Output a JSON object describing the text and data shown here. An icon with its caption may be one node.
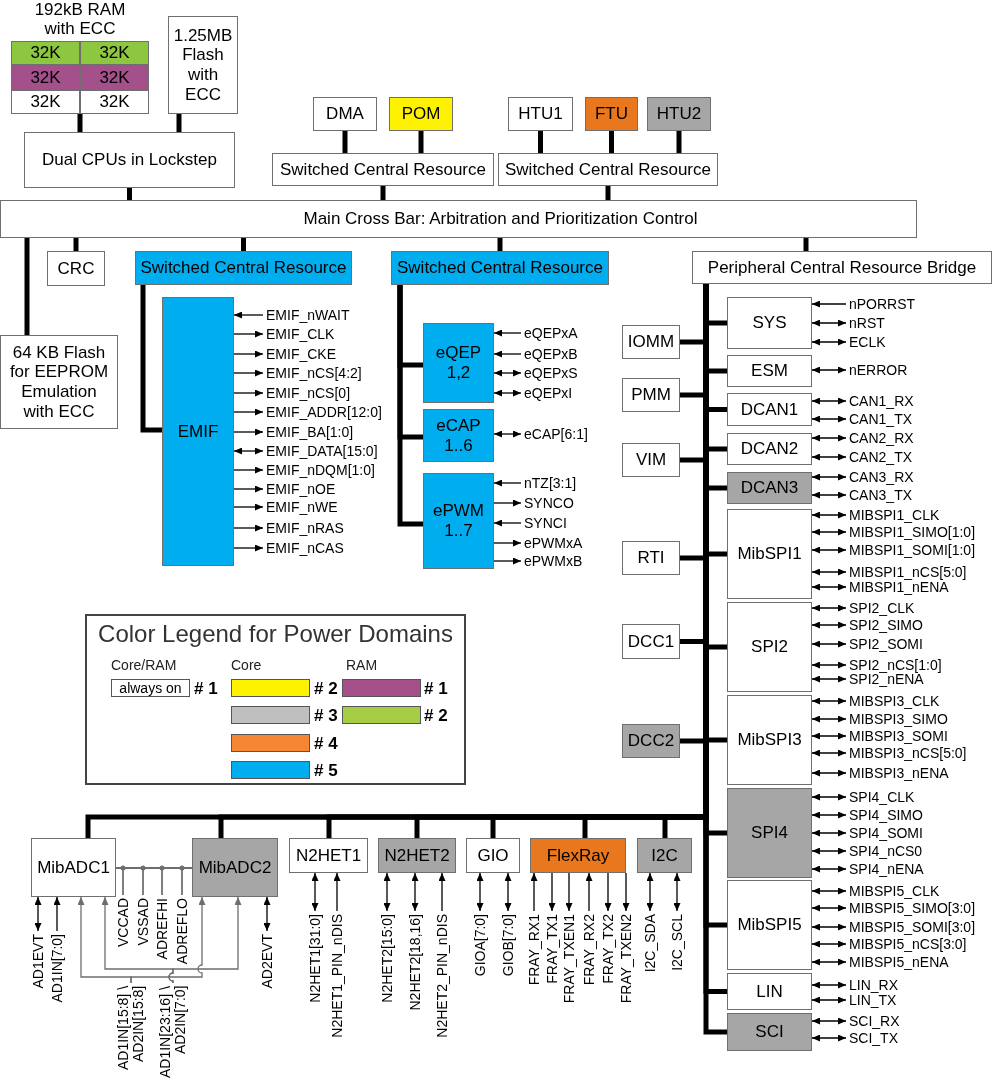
{
  "diagram": {
    "nodes": [
      {
        "text": [
          "192kB RAM with ECC"
        ]
      },
      {
        "text": [
          "32K"
        ],
        "in": 0
      },
      {
        "text": [
          "32K"
        ],
        "in": 0
      },
      {
        "text": [
          "32K"
        ],
        "in": 0
      },
      {
        "text": [
          "32K"
        ],
        "in": 0
      },
      {
        "text": [
          "32K"
        ],
        "in": 0
      },
      {
        "text": [
          "32K"
        ],
        "in": 0
      },
      {
        "text": [
          "1.25MB Flash with ECC"
        ]
      },
      {
        "text": [
          "Dual CPUs in Lockstep"
        ]
      },
      {
        "text": [
          "DMA"
        ]
      },
      {
        "text": [
          "POM"
        ]
      },
      {
        "text": [
          "HTU1"
        ]
      },
      {
        "text": [
          "FTU"
        ]
      },
      {
        "text": [
          "HTU2"
        ]
      },
      {
        "text": [
          "Switched Central Resource"
        ]
      },
      {
        "text": [
          "Switched Central Resource"
        ]
      },
      {
        "text": [
          "Main Cross Bar: Arbitration and Prioritization Control"
        ]
      },
      {
        "text": [
          "CRC"
        ]
      },
      {
        "text": [
          "Switched Central Resource"
        ]
      },
      {
        "text": [
          "Switched Central Resource"
        ]
      },
      {
        "text": [
          "Peripheral Central Resource Bridge"
        ]
      },
      {
        "text": [
          "64 KB Flash for EEPROM Emulation with ECC"
        ]
      },
      {
        "text": [
          "EMIF"
        ]
      },
      {
        "text": [
          "EMIF_nWAIT"
        ]
      },
      {
        "text": [
          "EMIF_CLK"
        ]
      },
      {
        "text": [
          "EMIF_CKE"
        ]
      },
      {
        "text": [
          "EMIF_nCS[4:2]"
        ]
      },
      {
        "text": [
          "EMIF_nCS[0]"
        ]
      },
      {
        "text": [
          "EMIF_ADDR[12:0]"
        ]
      },
      {
        "text": [
          "EMIF_BA[1:0]"
        ]
      },
      {
        "text": [
          "EMIF_DATA[15:0]"
        ]
      },
      {
        "text": [
          "EMIF_nDQM[1:0]"
        ]
      },
      {
        "text": [
          "EMIF_nOE"
        ]
      },
      {
        "text": [
          "EMIF_nWE"
        ]
      },
      {
        "text": [
          "EMIF_nRAS"
        ]
      },
      {
        "text": [
          "EMIF_nCAS"
        ]
      },
      {
        "text": [
          "eQEP 1,2"
        ]
      },
      {
        "text": [
          "eQEPxA"
        ]
      },
      {
        "text": [
          "eQEPxB"
        ]
      },
      {
        "text": [
          "eQEPxS"
        ]
      },
      {
        "text": [
          "eQEPxI"
        ]
      },
      {
        "text": [
          "eCAP 1..6"
        ]
      },
      {
        "text": [
          "eCAP[6:1]"
        ]
      },
      {
        "text": [
          "ePWM 1..7"
        ]
      },
      {
        "text": [
          "nTZ[3:1]"
        ]
      },
      {
        "text": [
          "SYNCO"
        ]
      },
      {
        "text": [
          "SYNCI"
        ]
      },
      {
        "text": [
          "ePWMxA"
        ]
      },
      {
        "text": [
          "ePWMxB"
        ]
      },
      {
        "text": [
          "SYS"
        ]
      },
      {
        "text": [
          "nPORRST"
        ]
      },
      {
        "text": [
          "nRST"
        ]
      },
      {
        "text": [
          "ECLK"
        ]
      },
      {
        "text": [
          "IOMM"
        ]
      },
      {
        "text": [
          "ESM"
        ]
      },
      {
        "text": [
          "nERROR"
        ]
      },
      {
        "text": [
          "PMM"
        ]
      },
      {
        "text": [
          "DCAN1"
        ]
      },
      {
        "text": [
          "CAN1_RX"
        ]
      },
      {
        "text": [
          "CAN1_TX"
        ]
      },
      {
        "text": [
          "DCAN2"
        ]
      },
      {
        "text": [
          "CAN2_RX"
        ]
      },
      {
        "text": [
          "CAN2_TX"
        ]
      },
      {
        "text": [
          "VIM"
        ]
      },
      {
        "text": [
          "DCAN3"
        ]
      },
      {
        "text": [
          "CAN3_RX"
        ]
      },
      {
        "text": [
          "CAN3_TX"
        ]
      },
      {
        "text": [
          "MibSPI1"
        ]
      },
      {
        "text": [
          "MIBSPI1_CLK"
        ]
      },
      {
        "text": [
          "MIBSPI1_SIMO[1:0]"
        ]
      },
      {
        "text": [
          "MIBSPI1_SOMI[1:0]"
        ]
      },
      {
        "text": [
          "MIBSPI1_nCS[5:0]"
        ]
      },
      {
        "text": [
          "MIBSPI1_nENA"
        ]
      },
      {
        "text": [
          "RTI"
        ]
      },
      {
        "text": [
          "SPI2"
        ]
      },
      {
        "text": [
          "SPI2_CLK"
        ]
      },
      {
        "text": [
          "SPI2_SIMO"
        ]
      },
      {
        "text": [
          "SPI2_SOMI"
        ]
      },
      {
        "text": [
          "SPI2_nCS[1:0]"
        ]
      },
      {
        "text": [
          "SPI2_nENA"
        ]
      },
      {
        "text": [
          "DCC1"
        ]
      },
      {
        "text": [
          "MibSPI3"
        ]
      },
      {
        "text": [
          "MIBSPI3_CLK"
        ]
      },
      {
        "text": [
          "MIBSPI3_SIMO"
        ]
      },
      {
        "text": [
          "MIBSPI3_SOMI"
        ]
      },
      {
        "text": [
          "MIBSPI3_nCS[5:0]"
        ]
      },
      {
        "text": [
          "MIBSPI3_nENA"
        ]
      },
      {
        "text": [
          "DCC2"
        ]
      },
      {
        "text": [
          "SPI4"
        ]
      },
      {
        "text": [
          "SPI4_CLK"
        ]
      },
      {
        "text": [
          "SPI4_SIMO"
        ]
      },
      {
        "text": [
          "SPI4_SOMI"
        ]
      },
      {
        "text": [
          "SPI4_nCS0"
        ]
      },
      {
        "text": [
          "SPI4_nENA"
        ]
      },
      {
        "text": [
          "MibSPI5"
        ]
      },
      {
        "text": [
          "MIBSPI5_CLK"
        ]
      },
      {
        "text": [
          "MIBSPI5_SIMO[3:0]"
        ]
      },
      {
        "text": [
          "MIBSPI5_SOMI[3:0]"
        ]
      },
      {
        "text": [
          "MIBSPI5_nCS[3:0]"
        ]
      },
      {
        "text": [
          "MIBSPI5_nENA"
        ]
      },
      {
        "text": [
          "LIN"
        ]
      },
      {
        "text": [
          "LIN_RX"
        ]
      },
      {
        "text": [
          "LIN_TX"
        ]
      },
      {
        "text": [
          "SCI"
        ]
      },
      {
        "text": [
          "SCI_RX"
        ]
      },
      {
        "text": [
          "SCI_TX"
        ]
      },
      {
        "text": [
          "MibADC1"
        ]
      },
      {
        "text": [
          "MibADC2"
        ]
      },
      {
        "text": [
          "N2HET1"
        ]
      },
      {
        "text": [
          "N2HET2"
        ]
      },
      {
        "text": [
          "GIO"
        ]
      },
      {
        "text": [
          "FlexRay"
        ]
      },
      {
        "text": [
          "I2C"
        ]
      },
      {
        "text": [
          "AD1EVT"
        ]
      },
      {
        "text": [
          "AD1IN[7:0]"
        ]
      },
      {
        "text": [
          "VCCAD"
        ]
      },
      {
        "text": [
          "VSSAD"
        ]
      },
      {
        "text": [
          "ADREFHI"
        ]
      },
      {
        "text": [
          "ADREFLO"
        ]
      },
      {
        "text": [
          "AD1IN[15:8] \\ AD2IN[15:8]"
        ]
      },
      {
        "text": [
          "AD1IN[23:16] \\ AD2IN[7:0]"
        ]
      },
      {
        "text": [
          "AD2EVT"
        ]
      },
      {
        "text": [
          "N2HET1[31:0]"
        ]
      },
      {
        "text": [
          "N2HET1_PIN_nDIS"
        ]
      },
      {
        "text": [
          "N2HET2[15:0]"
        ]
      },
      {
        "text": [
          "N2HET2[18,16]"
        ]
      },
      {
        "text": [
          "N2HET2_PIN_nDIS"
        ]
      },
      {
        "text": [
          "GIOA[7:0]"
        ]
      },
      {
        "text": [
          "GIOB[7:0]"
        ]
      },
      {
        "text": [
          "FRAY_RX1"
        ]
      },
      {
        "text": [
          "FRAY_TX1"
        ]
      },
      {
        "text": [
          "FRAY_TXEN1"
        ]
      },
      {
        "text": [
          "FRAY_RX2"
        ]
      },
      {
        "text": [
          "FRAY_TX2"
        ]
      },
      {
        "text": [
          "FRAY_TXEN2"
        ]
      },
      {
        "text": [
          "I2C_SDA"
        ]
      },
      {
        "text": [
          "I2C_SCL"
        ]
      }
    ],
    "edges": [
      {
        "from": 0,
        "to": 8,
        "arrow": "none",
        "style": "thick"
      },
      {
        "from": 7,
        "to": 8,
        "arrow": "none",
        "style": "thick"
      },
      {
        "from": 8,
        "to": 16,
        "arrow": "none",
        "style": "thick"
      },
      {
        "from": 9,
        "to": 14,
        "arrow": "none",
        "style": "thick"
      },
      {
        "from": 10,
        "to": 14,
        "arrow": "none",
        "style": "thick"
      },
      {
        "from": 11,
        "to": 15,
        "arrow": "none",
        "style": "thick"
      },
      {
        "from": 12,
        "to": 15,
        "arrow": "none",
        "style": "thick"
      },
      {
        "from": 13,
        "to": 15,
        "arrow": "none",
        "style": "thick"
      },
      {
        "from": 14,
        "to": 16,
        "arrow": "none",
        "style": "thick"
      },
      {
        "from": 15,
        "to": 16,
        "arrow": "none",
        "style": "thick"
      },
      {
        "from": 16,
        "to": 21,
        "arrow": "none",
        "style": "thick"
      },
      {
        "from": 16,
        "to": 17,
        "arrow": "none",
        "style": "thick"
      },
      {
        "from": 16,
        "to": 18,
        "arrow": "none",
        "style": "thick"
      },
      {
        "from": 16,
        "to": 19,
        "arrow": "none",
        "style": "thick"
      },
      {
        "from": 16,
        "to": 20,
        "arrow": "none",
        "style": "thick"
      },
      {
        "from": 18,
        "to": 22,
        "arrow": "none",
        "style": "thick"
      },
      {
        "from": 19,
        "to": 36,
        "arrow": "none",
        "style": "thick"
      },
      {
        "from": 19,
        "to": 41,
        "arrow": "none",
        "style": "thick"
      },
      {
        "from": 19,
        "to": 43,
        "arrow": "none",
        "style": "thick"
      },
      {
        "from": 20,
        "to": 49,
        "arrow": "none",
        "style": "thick"
      },
      {
        "from": 20,
        "to": 53,
        "arrow": "none",
        "style": "thick"
      },
      {
        "from": 20,
        "to": 54,
        "arrow": "none",
        "style": "thick"
      },
      {
        "from": 20,
        "to": 56,
        "arrow": "none",
        "style": "thick"
      },
      {
        "from": 20,
        "to": 57,
        "arrow": "none",
        "style": "thick"
      },
      {
        "from": 20,
        "to": 60,
        "arrow": "none",
        "style": "thick"
      },
      {
        "from": 20,
        "to": 63,
        "arrow": "none",
        "style": "thick"
      },
      {
        "from": 20,
        "to": 64,
        "arrow": "none",
        "style": "thick"
      },
      {
        "from": 20,
        "to": 67,
        "arrow": "none",
        "style": "thick"
      },
      {
        "from": 20,
        "to": 73,
        "arrow": "none",
        "style": "thick"
      },
      {
        "from": 20,
        "to": 74,
        "arrow": "none",
        "style": "thick"
      },
      {
        "from": 20,
        "to": 80,
        "arrow": "none",
        "style": "thick"
      },
      {
        "from": 20,
        "to": 81,
        "arrow": "none",
        "style": "thick"
      },
      {
        "from": 20,
        "to": 87,
        "arrow": "none",
        "style": "thick"
      },
      {
        "from": 20,
        "to": 88,
        "arrow": "none",
        "style": "thick"
      },
      {
        "from": 20,
        "to": 94,
        "arrow": "none",
        "style": "thick"
      },
      {
        "from": 20,
        "to": 100,
        "arrow": "none",
        "style": "thick"
      },
      {
        "from": 20,
        "to": 103,
        "arrow": "none",
        "style": "thick"
      },
      {
        "from": 20,
        "to": 106,
        "arrow": "none",
        "style": "thick"
      },
      {
        "from": 20,
        "to": 107,
        "arrow": "none",
        "style": "thick"
      },
      {
        "from": 20,
        "to": 108,
        "arrow": "none",
        "style": "thick"
      },
      {
        "from": 20,
        "to": 109,
        "arrow": "none",
        "style": "thick"
      },
      {
        "from": 20,
        "to": 110,
        "arrow": "none",
        "style": "thick"
      },
      {
        "from": 20,
        "to": 111,
        "arrow": "none",
        "style": "thick"
      },
      {
        "from": 20,
        "to": 112,
        "arrow": "none",
        "style": "thick"
      },
      {
        "from": 23,
        "to": 22,
        "arrow": "to"
      },
      {
        "from": 22,
        "to": 24,
        "arrow": "to"
      },
      {
        "from": 22,
        "to": 25,
        "arrow": "to"
      },
      {
        "from": 22,
        "to": 26,
        "arrow": "to"
      },
      {
        "from": 22,
        "to": 27,
        "arrow": "to"
      },
      {
        "from": 22,
        "to": 28,
        "arrow": "to"
      },
      {
        "from": 22,
        "to": 29,
        "arrow": "to"
      },
      {
        "from": 22,
        "to": 30,
        "arrow": "both"
      },
      {
        "from": 22,
        "to": 31,
        "arrow": "to"
      },
      {
        "from": 22,
        "to": 32,
        "arrow": "to"
      },
      {
        "from": 22,
        "to": 33,
        "arrow": "to"
      },
      {
        "from": 22,
        "to": 34,
        "arrow": "to"
      },
      {
        "from": 22,
        "to": 35,
        "arrow": "to"
      },
      {
        "from": 37,
        "to": 36,
        "arrow": "to"
      },
      {
        "from": 38,
        "to": 36,
        "arrow": "to"
      },
      {
        "from": 36,
        "to": 39,
        "arrow": "both"
      },
      {
        "from": 36,
        "to": 40,
        "arrow": "both"
      },
      {
        "from": 41,
        "to": 42,
        "arrow": "both"
      },
      {
        "from": 44,
        "to": 43,
        "arrow": "to"
      },
      {
        "from": 43,
        "to": 45,
        "arrow": "to"
      },
      {
        "from": 46,
        "to": 43,
        "arrow": "to"
      },
      {
        "from": 43,
        "to": 47,
        "arrow": "to"
      },
      {
        "from": 43,
        "to": 48,
        "arrow": "to"
      },
      {
        "from": 50,
        "to": 49,
        "arrow": "to"
      },
      {
        "from": 49,
        "to": 51,
        "arrow": "both"
      },
      {
        "from": 49,
        "to": 52,
        "arrow": "both"
      },
      {
        "from": 54,
        "to": 55,
        "arrow": "both"
      },
      {
        "from": 57,
        "to": 58,
        "arrow": "both"
      },
      {
        "from": 57,
        "to": 59,
        "arrow": "both"
      },
      {
        "from": 60,
        "to": 61,
        "arrow": "both"
      },
      {
        "from": 60,
        "to": 62,
        "arrow": "both"
      },
      {
        "from": 64,
        "to": 65,
        "arrow": "both"
      },
      {
        "from": 64,
        "to": 66,
        "arrow": "both"
      },
      {
        "from": 67,
        "to": 68,
        "arrow": "both"
      },
      {
        "from": 67,
        "to": 69,
        "arrow": "both"
      },
      {
        "from": 67,
        "to": 70,
        "arrow": "both"
      },
      {
        "from": 67,
        "to": 71,
        "arrow": "both"
      },
      {
        "from": 67,
        "to": 72,
        "arrow": "both"
      },
      {
        "from": 74,
        "to": 75,
        "arrow": "both"
      },
      {
        "from": 74,
        "to": 76,
        "arrow": "both"
      },
      {
        "from": 74,
        "to": 77,
        "arrow": "both"
      },
      {
        "from": 74,
        "to": 78,
        "arrow": "both"
      },
      {
        "from": 74,
        "to": 79,
        "arrow": "both"
      },
      {
        "from": 81,
        "to": 82,
        "arrow": "both"
      },
      {
        "from": 81,
        "to": 83,
        "arrow": "both"
      },
      {
        "from": 81,
        "to": 84,
        "arrow": "both"
      },
      {
        "from": 81,
        "to": 85,
        "arrow": "both"
      },
      {
        "from": 81,
        "to": 86,
        "arrow": "both"
      },
      {
        "from": 88,
        "to": 89,
        "arrow": "both"
      },
      {
        "from": 88,
        "to": 90,
        "arrow": "both"
      },
      {
        "from": 88,
        "to": 91,
        "arrow": "both"
      },
      {
        "from": 88,
        "to": 92,
        "arrow": "both"
      },
      {
        "from": 88,
        "to": 93,
        "arrow": "both"
      },
      {
        "from": 94,
        "to": 95,
        "arrow": "both"
      },
      {
        "from": 94,
        "to": 96,
        "arrow": "both"
      },
      {
        "from": 94,
        "to": 97,
        "arrow": "both"
      },
      {
        "from": 94,
        "to": 98,
        "arrow": "both"
      },
      {
        "from": 94,
        "to": 99,
        "arrow": "both"
      },
      {
        "from": 100,
        "to": 101,
        "arrow": "both"
      },
      {
        "from": 100,
        "to": 102,
        "arrow": "both"
      },
      {
        "from": 103,
        "to": 104,
        "arrow": "both"
      },
      {
        "from": 103,
        "to": 105,
        "arrow": "both"
      },
      {
        "from": 106,
        "to": 113,
        "arrow": "both"
      },
      {
        "from": 114,
        "to": 106,
        "arrow": "to"
      },
      {
        "from": 115,
        "to": 106,
        "arrow": "none",
        "color": "#6e6e6e"
      },
      {
        "from": 115,
        "to": 107,
        "arrow": "none",
        "color": "#6e6e6e"
      },
      {
        "from": 116,
        "to": 106,
        "arrow": "none",
        "color": "#6e6e6e"
      },
      {
        "from": 116,
        "to": 107,
        "arrow": "none",
        "color": "#6e6e6e"
      },
      {
        "from": 117,
        "to": 106,
        "arrow": "none",
        "color": "#6e6e6e"
      },
      {
        "from": 117,
        "to": 107,
        "arrow": "none",
        "color": "#6e6e6e"
      },
      {
        "from": 118,
        "to": 106,
        "arrow": "none",
        "color": "#6e6e6e"
      },
      {
        "from": 118,
        "to": 107,
        "arrow": "none",
        "color": "#6e6e6e"
      },
      {
        "from": 119,
        "to": 106,
        "arrow": "to",
        "color": "#6e6e6e"
      },
      {
        "from": 119,
        "to": 107,
        "arrow": "to",
        "color": "#6e6e6e"
      },
      {
        "from": 120,
        "to": 106,
        "arrow": "to",
        "color": "#6e6e6e"
      },
      {
        "from": 120,
        "to": 107,
        "arrow": "to",
        "color": "#6e6e6e"
      },
      {
        "from": 107,
        "to": 121,
        "arrow": "both"
      },
      {
        "from": 108,
        "to": 122,
        "arrow": "both"
      },
      {
        "from": 123,
        "to": 108,
        "arrow": "to"
      },
      {
        "from": 109,
        "to": 124,
        "arrow": "both"
      },
      {
        "from": 109,
        "to": 125,
        "arrow": "both"
      },
      {
        "from": 126,
        "to": 109,
        "arrow": "to"
      },
      {
        "from": 110,
        "to": 127,
        "arrow": "both"
      },
      {
        "from": 110,
        "to": 128,
        "arrow": "both"
      },
      {
        "from": 129,
        "to": 111,
        "arrow": "to"
      },
      {
        "from": 111,
        "to": 130,
        "arrow": "to"
      },
      {
        "from": 111,
        "to": 131,
        "arrow": "to"
      },
      {
        "from": 132,
        "to": 111,
        "arrow": "to"
      },
      {
        "from": 111,
        "to": 133,
        "arrow": "to"
      },
      {
        "from": 111,
        "to": 134,
        "arrow": "to"
      },
      {
        "from": 112,
        "to": 135,
        "arrow": "both"
      },
      {
        "from": 112,
        "to": 136,
        "arrow": "both"
      }
    ],
    "labels": [
      "Color Legend for Power Domains",
      "Core/RAM",
      "Core",
      "RAM",
      "always on"
    ],
    "legend": [
      {
        "text": "# 1",
        "color": "#ffffff"
      },
      {
        "text": "# 2",
        "color": "#fff200"
      },
      {
        "text": "# 3",
        "color": "#bfbfbf"
      },
      {
        "text": "# 4",
        "color": "#f58634"
      },
      {
        "text": "# 5",
        "color": "#00aeef"
      },
      {
        "text": "# 1",
        "color": "#a54f8b"
      },
      {
        "text": "# 2",
        "color": "#a6ce45"
      }
    ]
  }
}
